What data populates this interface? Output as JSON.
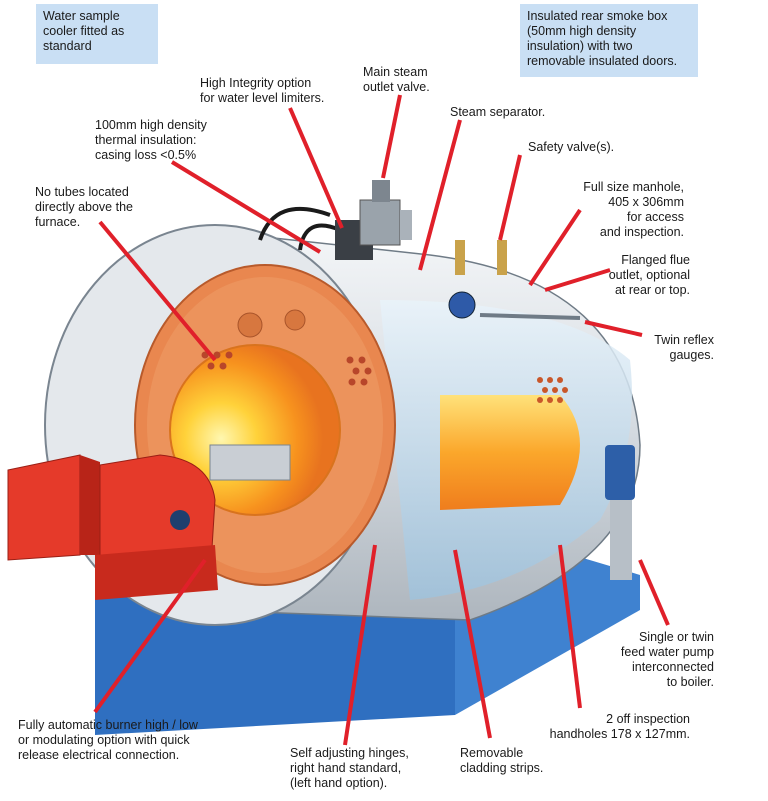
{
  "colors": {
    "callout_line": "#e0202a",
    "note_box": "#c9dff4",
    "shell_steel": "#d7dde3",
    "insulation_orange": "#e9874f",
    "base_frame": "#2f6fc0",
    "burner_red": "#e53a2a"
  },
  "notes": {
    "water_sample": "Water sample\ncooler fitted as\nstandard",
    "smoke_box": "Insulated rear smoke box\n(50mm high density\ninsulation) with two\nremovable insulated doors."
  },
  "labels": {
    "high_integrity": "High Integrity option\nfor water level limiters.",
    "main_steam": "Main steam\noutlet valve.",
    "insulation": "100mm high density\nthermal insulation:\ncasing loss <0.5%",
    "steam_separator": "Steam separator.",
    "safety_valve": "Safety valve(s).",
    "no_tubes": "No tubes located\ndirectly above the\nfurnace.",
    "manhole": "Full size manhole,\n405 x 306mm\nfor access\nand inspection.",
    "flue": "Flanged flue\noutlet, optional\nat rear or top.",
    "reflex": "Twin reflex\ngauges.",
    "pump": "Single or twin\nfeed water pump\ninterconnected\nto boiler.",
    "handholes": "2 off inspection\nhandholes 178 x 127mm.",
    "burner": "Fully automatic burner high / low\nor modulating option with quick\nrelease electrical connection.",
    "hinges": "Self adjusting hinges,\nright hand standard,\n(left hand option).",
    "cladding": "Removable\ncladding strips."
  }
}
